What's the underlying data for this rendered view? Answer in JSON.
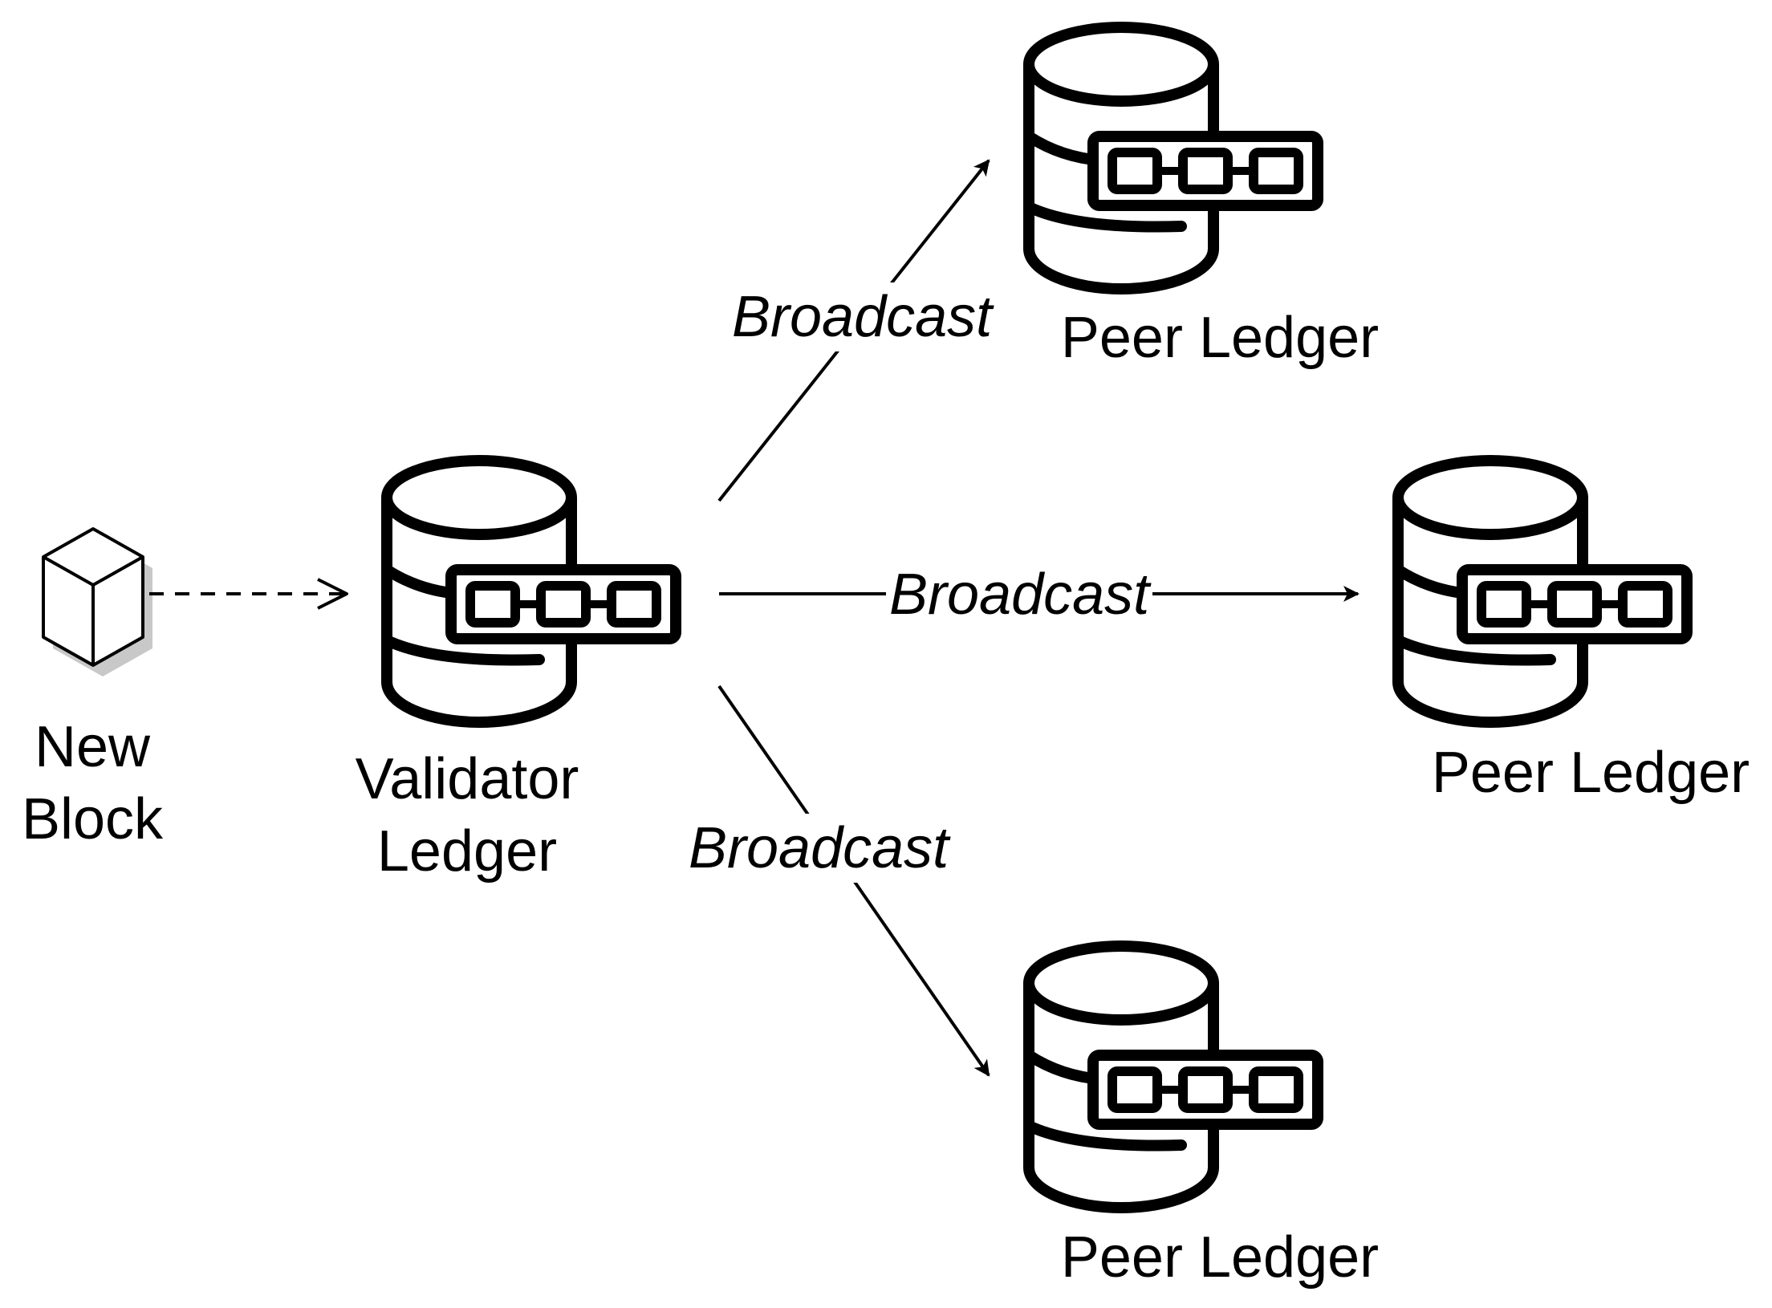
{
  "nodes": {
    "new_block": {
      "line1": "New",
      "line2": "Block"
    },
    "validator": {
      "line1": "Validator",
      "line2": "Ledger"
    },
    "peer_top": {
      "label": "Peer Ledger"
    },
    "peer_middle": {
      "label": "Peer Ledger"
    },
    "peer_bottom": {
      "label": "Peer Ledger"
    }
  },
  "edges": {
    "submit": {
      "style": "dashed"
    },
    "broadcast_top": {
      "label": "Broadcast"
    },
    "broadcast_middle": {
      "label": "Broadcast"
    },
    "broadcast_bottom": {
      "label": "Broadcast"
    }
  },
  "icons": {
    "block": "cube-icon",
    "ledger": "blockchain-database-icon"
  },
  "colors": {
    "stroke": "#000000",
    "background": "#ffffff",
    "shadow": "#c8c8c8"
  }
}
